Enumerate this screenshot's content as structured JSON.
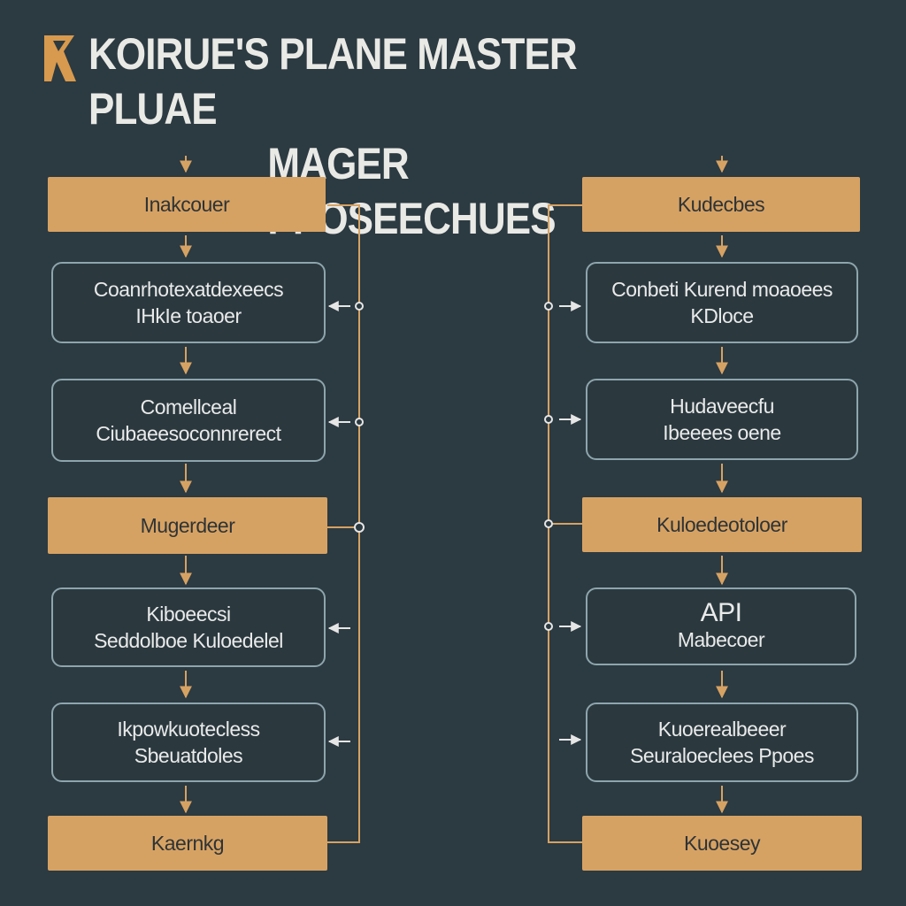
{
  "header": {
    "title_line1": "KOIRUE'S PLANE MASTER PLUAE",
    "title_line2": "MAGER PPOSEECHUES"
  },
  "colors": {
    "background": "#2c3a41",
    "accent": "#d6a263",
    "box_border": "#8ea5ad",
    "text_light": "#eaeaea"
  },
  "left_column": {
    "nodes": [
      {
        "type": "orange",
        "lines": [
          "Inakcouer"
        ]
      },
      {
        "type": "box",
        "lines": [
          "Coanrhotexatdexeecs",
          "IHkIe toaoer"
        ]
      },
      {
        "type": "box",
        "lines": [
          "Comellceal",
          "Ciubaeesoconnrerect"
        ]
      },
      {
        "type": "orange",
        "lines": [
          "Mugerdeer"
        ]
      },
      {
        "type": "box",
        "lines": [
          "Kiboeecsi",
          "Seddolboe Kuloedelel"
        ]
      },
      {
        "type": "box",
        "lines": [
          "Ikpowkuotecless",
          "Sbeuatdoles"
        ]
      },
      {
        "type": "orange",
        "lines": [
          "Kaernkg"
        ]
      }
    ]
  },
  "right_column": {
    "nodes": [
      {
        "type": "orange",
        "lines": [
          "Kudecbes"
        ]
      },
      {
        "type": "box",
        "lines": [
          "Conbeti Kurend moaoees",
          "KDloce"
        ]
      },
      {
        "type": "box",
        "lines": [
          "Hudaveecfu",
          "Ibeeees oene"
        ]
      },
      {
        "type": "orange",
        "lines": [
          "Kuloedeotoloer"
        ]
      },
      {
        "type": "box",
        "big": true,
        "lines": [
          "API",
          "Mabecoer"
        ]
      },
      {
        "type": "box",
        "lines": [
          "Kuoerealbeeer",
          "Seuraloeclees Ppoes"
        ]
      },
      {
        "type": "orange",
        "lines": [
          "Kuoesey"
        ]
      }
    ]
  }
}
